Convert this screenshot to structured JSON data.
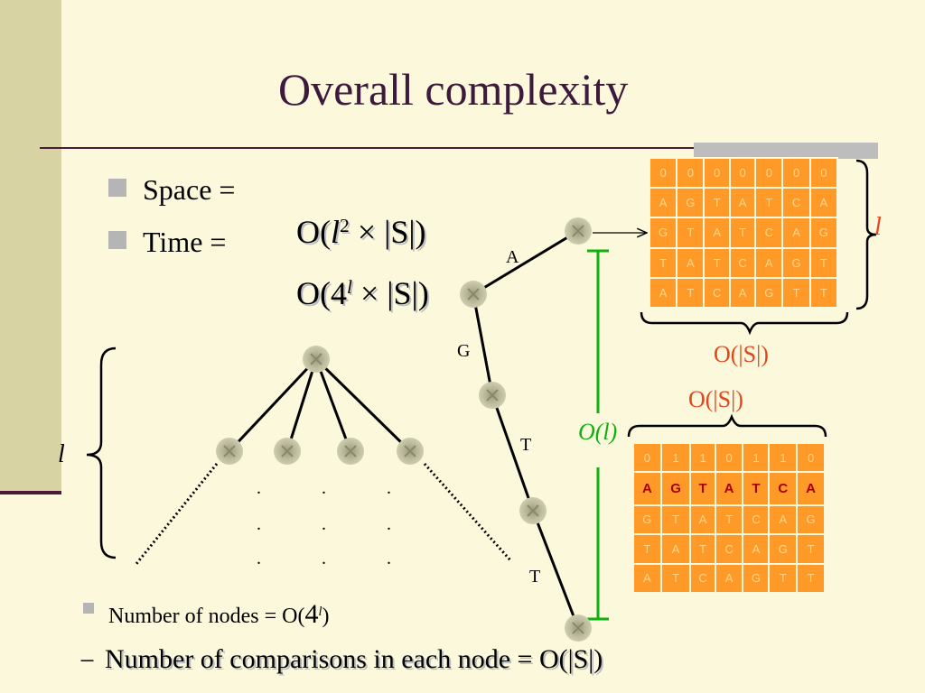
{
  "title": "Overall complexity",
  "bullets": {
    "space": "Space =",
    "time": "Time =",
    "nodes_prefix": "Number of nodes = O(",
    "nodes_base": "4",
    "nodes_exp": "l",
    "nodes_suffix": ")",
    "comparisons": "Number of comparisons in each node = O(|S|)",
    "dash": "−"
  },
  "formulas": {
    "space_prefix": "O(",
    "space_var": "l",
    "space_exp": "2",
    "space_suffix": " × |S|)",
    "time_prefix": "O(4",
    "time_exp": "l",
    "time_suffix": " × |S|)"
  },
  "path_labels": [
    "A",
    "G",
    "T",
    "T"
  ],
  "annotations": {
    "l_right": "l",
    "l_left": "l",
    "width_top": "O(|S|)",
    "width_bottom": "O(|S|)",
    "height_green": "O(l)"
  },
  "dots": ".",
  "grid_top": {
    "rows": [
      [
        "0",
        "0",
        "0",
        "0",
        "0",
        "0",
        "0"
      ],
      [
        "A",
        "G",
        "T",
        "A",
        "T",
        "C",
        "A"
      ],
      [
        "G",
        "T",
        "A",
        "T",
        "C",
        "A",
        "G"
      ],
      [
        "T",
        "A",
        "T",
        "C",
        "A",
        "G",
        "T"
      ],
      [
        "A",
        "T",
        "C",
        "A",
        "G",
        "T",
        "T"
      ]
    ]
  },
  "grid_bottom": {
    "rows": [
      [
        "0",
        "1",
        "1",
        "0",
        "1",
        "1",
        "0"
      ],
      [
        "A",
        "G",
        "T",
        "A",
        "T",
        "C",
        "A"
      ],
      [
        "G",
        "T",
        "A",
        "T",
        "C",
        "A",
        "G"
      ],
      [
        "T",
        "A",
        "T",
        "C",
        "A",
        "G",
        "T"
      ],
      [
        "A",
        "T",
        "C",
        "A",
        "G",
        "T",
        "T"
      ]
    ]
  },
  "colors": {
    "accent": "#3D1A3D",
    "grid": "#FF9A28",
    "red": "#E4451C",
    "green": "#10B010"
  }
}
